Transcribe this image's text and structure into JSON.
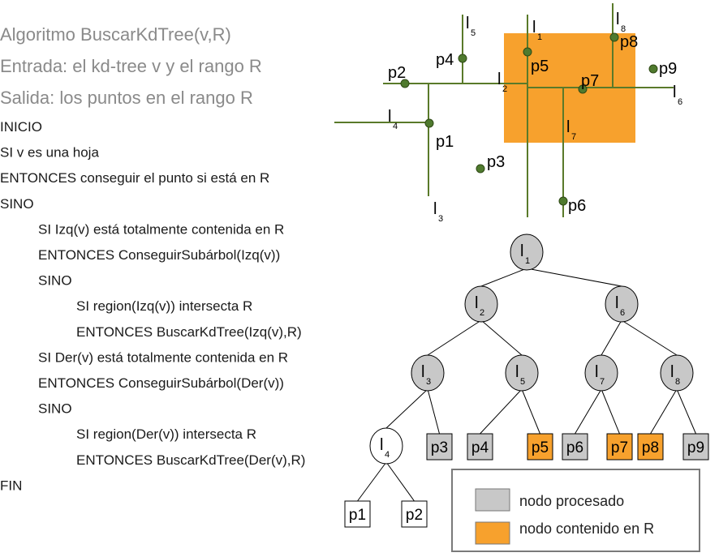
{
  "algorithm": {
    "title_lines": [
      "Algoritmo BuscarKdTree(v,R)",
      "Entrada: el kd-tree v y el rango R",
      "Salida: los puntos en el rango R"
    ],
    "lines": [
      {
        "indent": 0,
        "text": "INICIO"
      },
      {
        "indent": 0,
        "text": "SI v es una hoja"
      },
      {
        "indent": 0,
        "text": "ENTONCES conseguir el punto si está en R"
      },
      {
        "indent": 0,
        "text": "SINO"
      },
      {
        "indent": 1,
        "text": "SI Izq(v) está totalmente contenida en R"
      },
      {
        "indent": 1,
        "text": "ENTONCES ConseguirSubárbol(Izq(v))"
      },
      {
        "indent": 1,
        "text": "SINO"
      },
      {
        "indent": 2,
        "text": "SI region(Izq(v)) intersecta R"
      },
      {
        "indent": 2,
        "text": "ENTONCES BuscarKdTree(Izq(v),R)"
      },
      {
        "indent": 1,
        "text": "SI Der(v) está totalmente contenida en R"
      },
      {
        "indent": 1,
        "text": "ENTONCES ConseguirSubárbol(Der(v))"
      },
      {
        "indent": 1,
        "text": "SINO"
      },
      {
        "indent": 2,
        "text": "SI region(Der(v)) intersecta R"
      },
      {
        "indent": 2,
        "text": "ENTONCES BuscarKdTree(Der(v),R)"
      },
      {
        "indent": 0,
        "text": "FIN"
      }
    ]
  },
  "partition": {
    "range_color": "#f7a12d",
    "line_color": "#5a7a2a",
    "point_color": "#4f7a2e",
    "lines": [
      {
        "letter": "l",
        "sub": "1"
      },
      {
        "letter": "l",
        "sub": "2"
      },
      {
        "letter": "l",
        "sub": "3"
      },
      {
        "letter": "l",
        "sub": "4"
      },
      {
        "letter": "l",
        "sub": "5"
      },
      {
        "letter": "l",
        "sub": "6"
      },
      {
        "letter": "l",
        "sub": "7"
      },
      {
        "letter": "l",
        "sub": "8"
      }
    ],
    "points": [
      "p1",
      "p2",
      "p3",
      "p4",
      "p5",
      "p6",
      "p7",
      "p8",
      "p9"
    ]
  },
  "tree": {
    "processed_color": "#c8c8c8",
    "contained_color": "#f7a12d",
    "nodes": [
      {
        "letter": "l",
        "sub": "1",
        "state": "processed"
      },
      {
        "letter": "l",
        "sub": "2",
        "state": "processed"
      },
      {
        "letter": "l",
        "sub": "6",
        "state": "processed"
      },
      {
        "letter": "l",
        "sub": "3",
        "state": "processed"
      },
      {
        "letter": "l",
        "sub": "5",
        "state": "processed"
      },
      {
        "letter": "l",
        "sub": "7",
        "state": "processed"
      },
      {
        "letter": "l",
        "sub": "8",
        "state": "processed"
      },
      {
        "letter": "l",
        "sub": "4",
        "state": "unvisited"
      }
    ],
    "leaves": [
      {
        "label": "p3",
        "state": "processed"
      },
      {
        "label": "p4",
        "state": "processed"
      },
      {
        "label": "p5",
        "state": "contained"
      },
      {
        "label": "p6",
        "state": "processed"
      },
      {
        "label": "p7",
        "state": "contained"
      },
      {
        "label": "p8",
        "state": "contained"
      },
      {
        "label": "p9",
        "state": "processed"
      },
      {
        "label": "p1",
        "state": "unvisited"
      },
      {
        "label": "p2",
        "state": "unvisited"
      }
    ]
  },
  "legend": {
    "items": [
      {
        "label": "nodo procesado",
        "color": "#c8c8c8"
      },
      {
        "label": "nodo contenido en R",
        "color": "#f7a12d"
      }
    ]
  }
}
